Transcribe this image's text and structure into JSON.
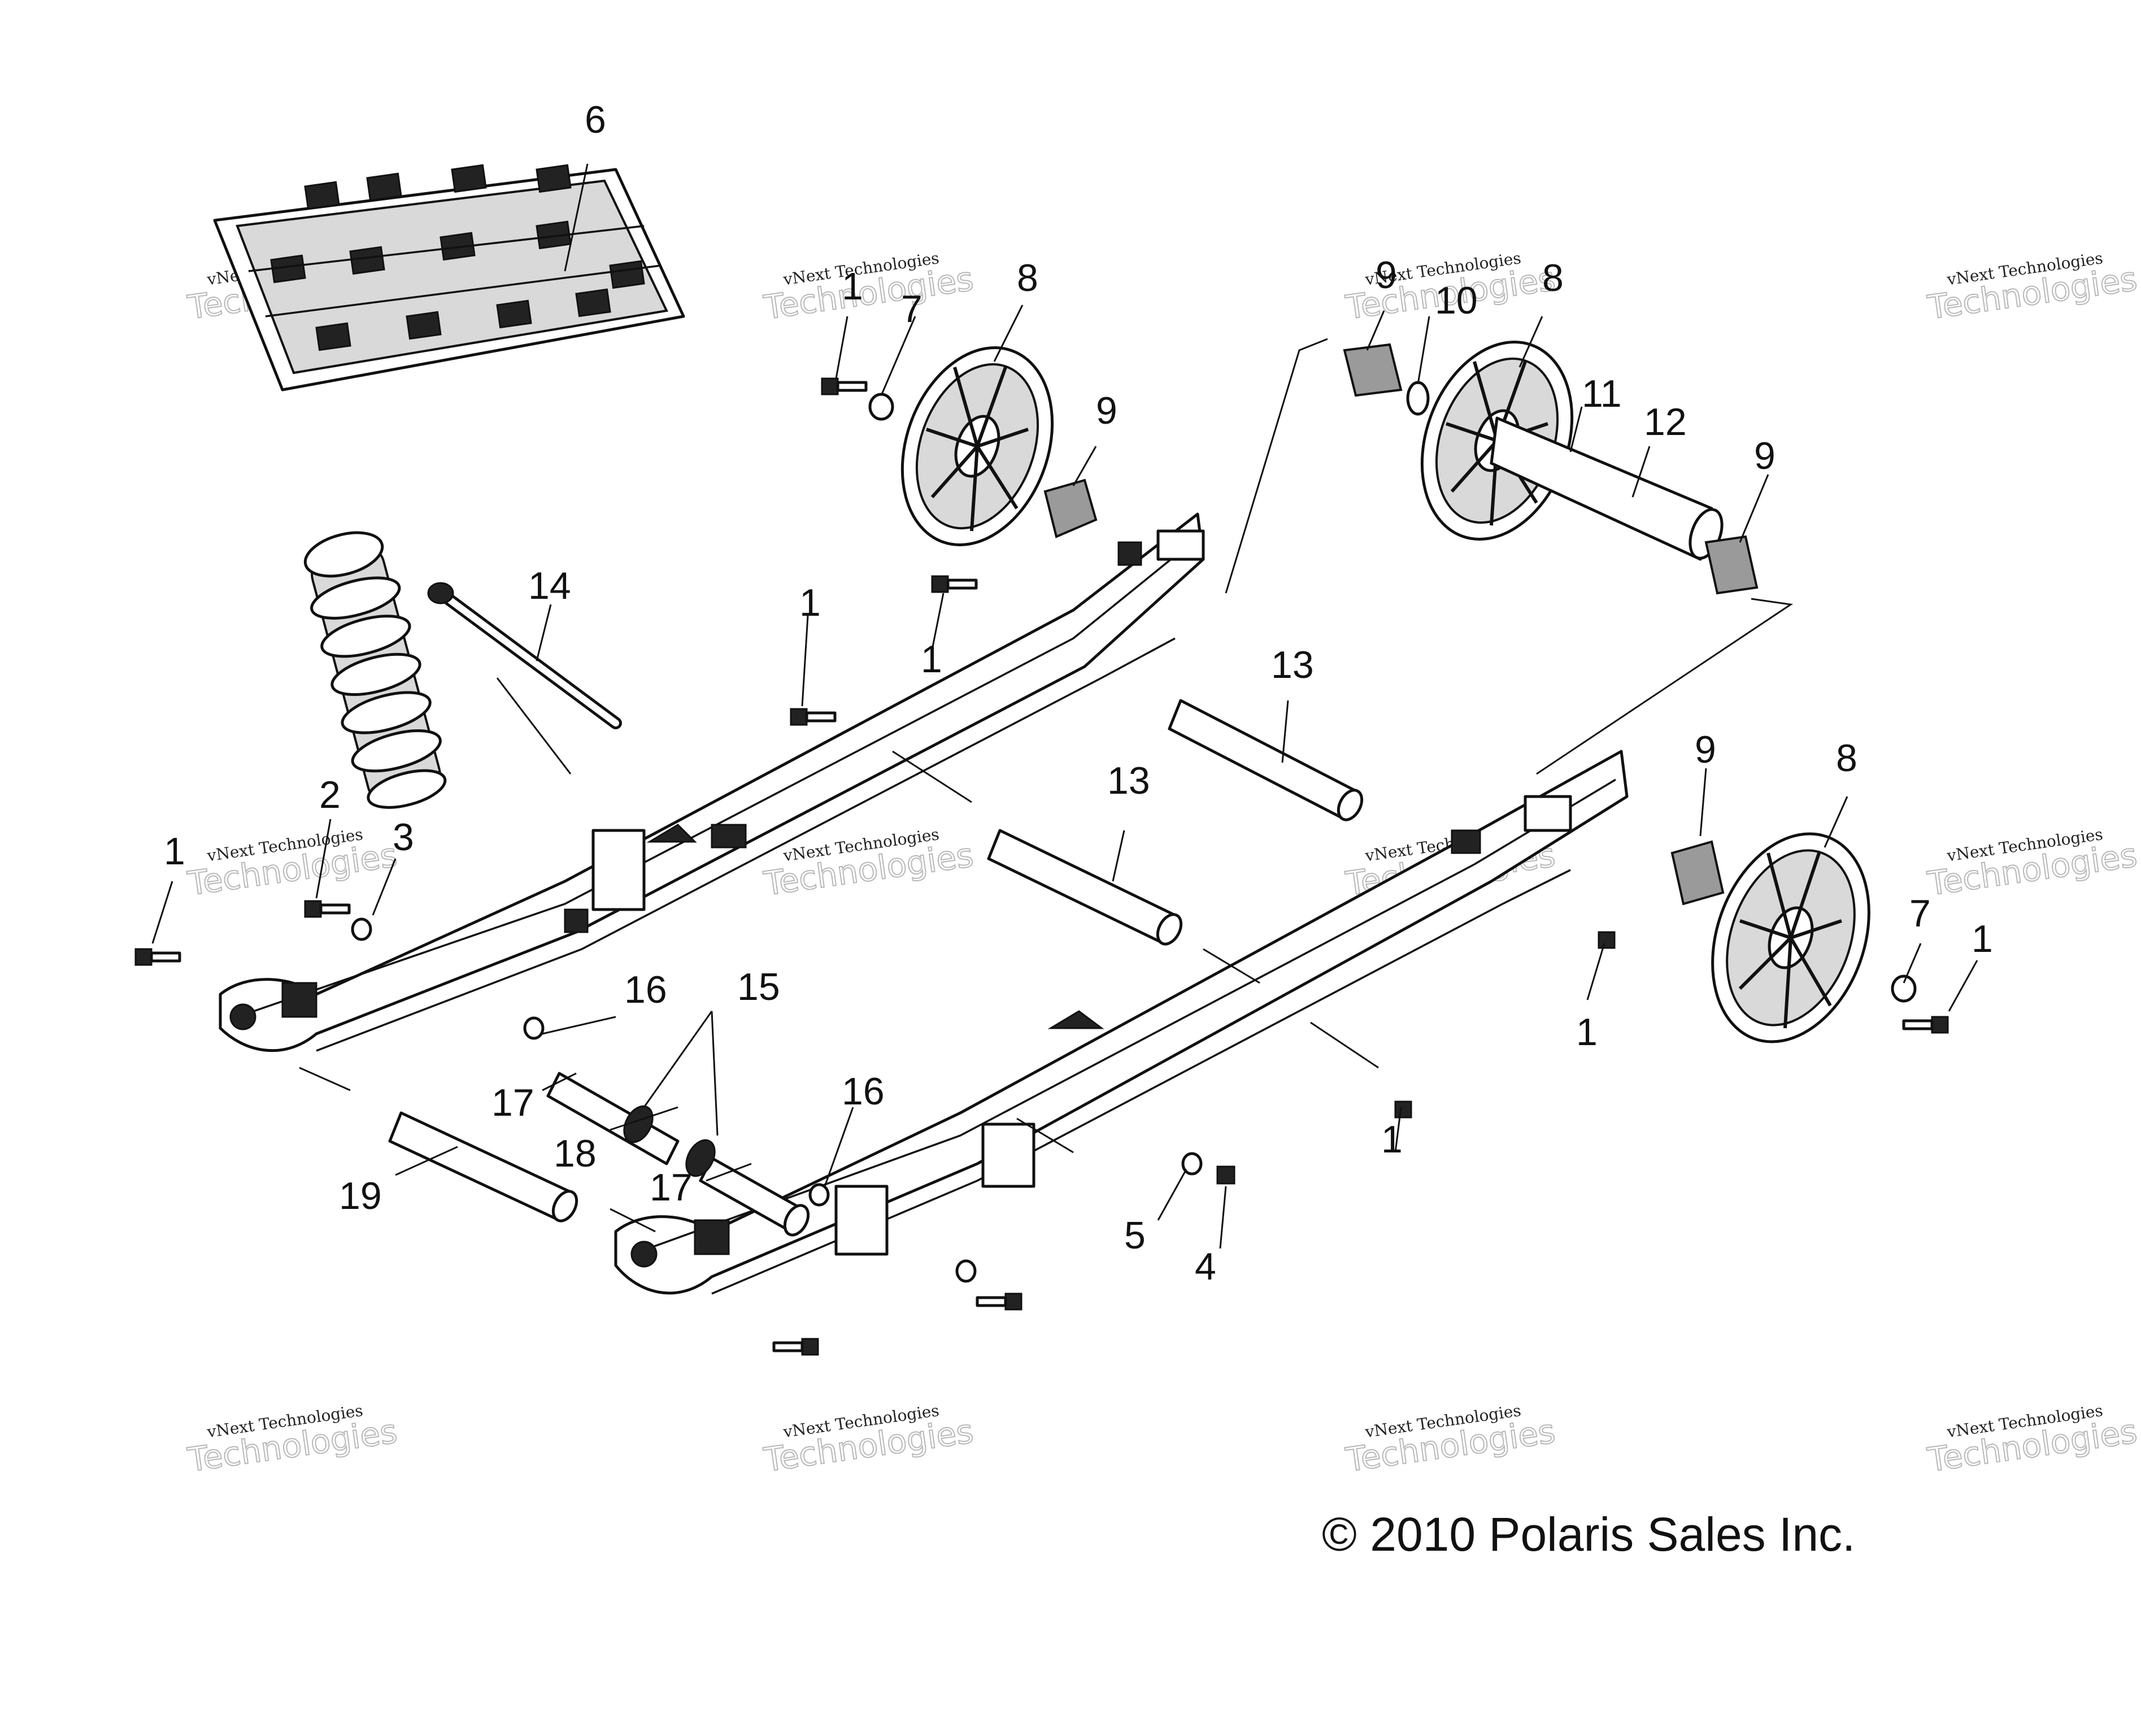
{
  "callouts": [
    {
      "id": "c6",
      "text": "6"
    },
    {
      "id": "c7a",
      "text": "7"
    },
    {
      "id": "c1a",
      "text": "1"
    },
    {
      "id": "c8a",
      "text": "8"
    },
    {
      "id": "c9a",
      "text": "9"
    },
    {
      "id": "c9b",
      "text": "9"
    },
    {
      "id": "c10",
      "text": "10"
    },
    {
      "id": "c8b",
      "text": "8"
    },
    {
      "id": "c11",
      "text": "11"
    },
    {
      "id": "c12",
      "text": "12"
    },
    {
      "id": "c9c",
      "text": "9"
    },
    {
      "id": "c14",
      "text": "14"
    },
    {
      "id": "c1b",
      "text": "1"
    },
    {
      "id": "c1c",
      "text": "1"
    },
    {
      "id": "c13a",
      "text": "13"
    },
    {
      "id": "c13b",
      "text": "13"
    },
    {
      "id": "c2",
      "text": "2"
    },
    {
      "id": "c3",
      "text": "3"
    },
    {
      "id": "c1d",
      "text": "1"
    },
    {
      "id": "c9d",
      "text": "9"
    },
    {
      "id": "c8c",
      "text": "8"
    },
    {
      "id": "c7b",
      "text": "7"
    },
    {
      "id": "c1e",
      "text": "1"
    },
    {
      "id": "c1f",
      "text": "1"
    },
    {
      "id": "c16a",
      "text": "16"
    },
    {
      "id": "c15",
      "text": "15"
    },
    {
      "id": "c17a",
      "text": "17"
    },
    {
      "id": "c18",
      "text": "18"
    },
    {
      "id": "c16b",
      "text": "16"
    },
    {
      "id": "c17b",
      "text": "17"
    },
    {
      "id": "c19",
      "text": "19"
    },
    {
      "id": "c1g",
      "text": "1"
    },
    {
      "id": "c5",
      "text": "5"
    },
    {
      "id": "c4",
      "text": "4"
    }
  ],
  "watermark": {
    "line1": "vNext Technologies",
    "line2": "Technologies",
    "overlay": "vNext"
  },
  "copyright": "© 2010 Polaris Sales Inc."
}
